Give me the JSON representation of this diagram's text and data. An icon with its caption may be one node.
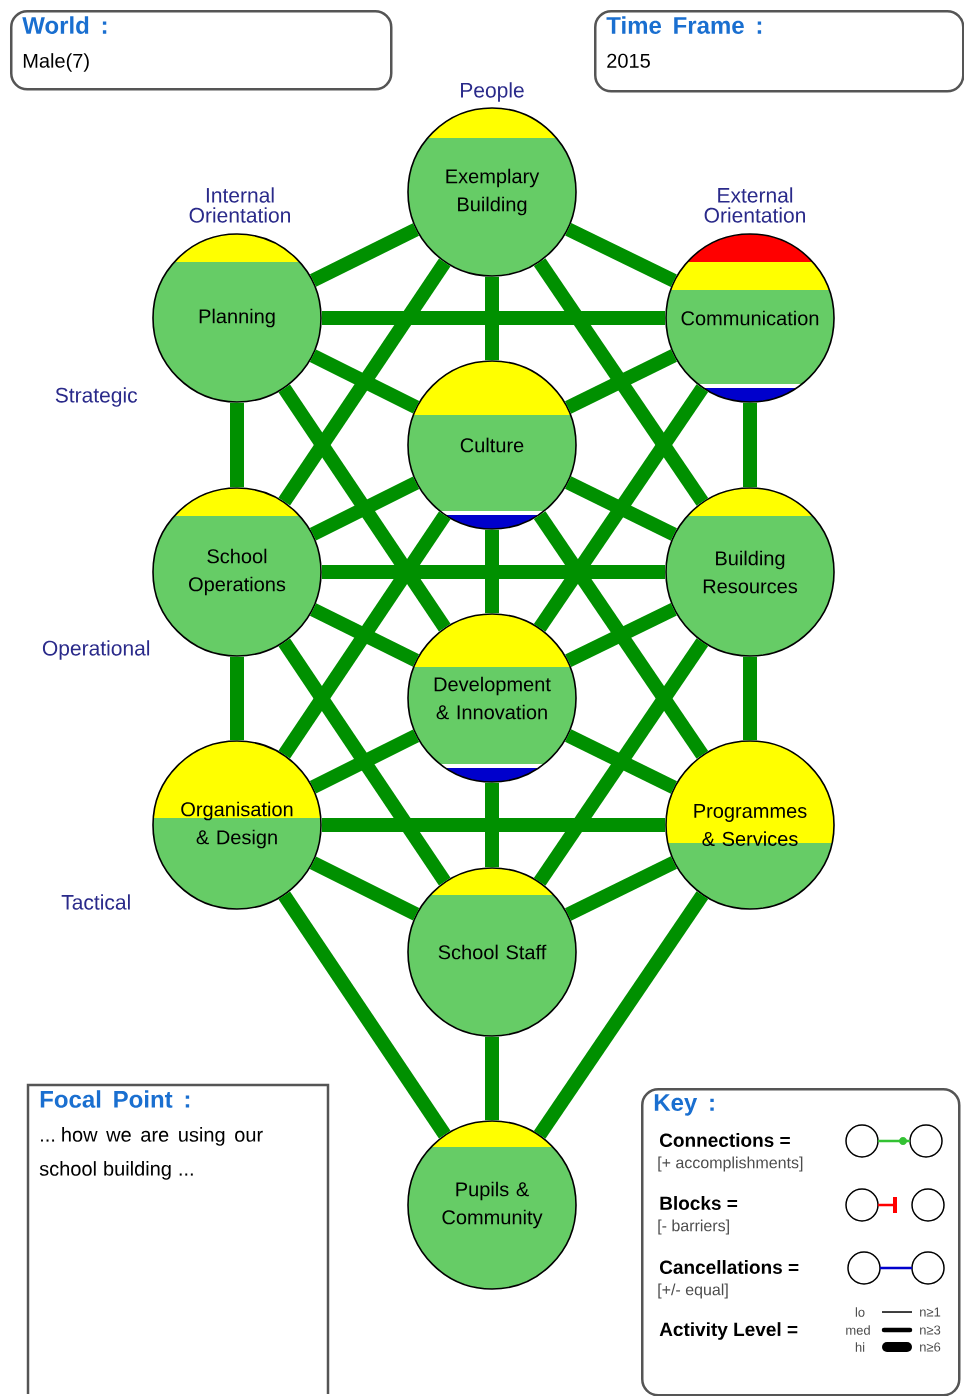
{
  "diagram": {
    "nodes": [
      {
        "text": [
          "World :",
          "Male(7)"
        ]
      },
      {
        "text": [
          "Time Frame :",
          "2015"
        ]
      },
      {
        "text": [
          "Exemplary Building"
        ]
      },
      {
        "text": [
          "Planning"
        ]
      },
      {
        "text": [
          "Communication"
        ]
      },
      {
        "text": [
          "Culture"
        ]
      },
      {
        "text": [
          "School Operations"
        ]
      },
      {
        "text": [
          "Building Resources"
        ]
      },
      {
        "text": [
          "Development & Innovation"
        ]
      },
      {
        "text": [
          "Organisation & Design"
        ]
      },
      {
        "text": [
          "Programmes & Services"
        ]
      },
      {
        "text": [
          "School Staff"
        ]
      },
      {
        "text": [
          "Pupils & Community"
        ]
      },
      {
        "text": [
          "Focal Point :",
          "... how we are using our school building ..."
        ]
      },
      {
        "text": [
          "Key :"
        ]
      }
    ],
    "edges": [
      {
        "from": 2,
        "to": 3,
        "arrow": "none"
      },
      {
        "from": 2,
        "to": 4,
        "arrow": "none"
      },
      {
        "from": 2,
        "to": 5,
        "arrow": "none"
      },
      {
        "from": 2,
        "to": 6,
        "arrow": "none"
      },
      {
        "from": 2,
        "to": 7,
        "arrow": "none"
      },
      {
        "from": 3,
        "to": 4,
        "arrow": "none"
      },
      {
        "from": 3,
        "to": 5,
        "arrow": "none"
      },
      {
        "from": 3,
        "to": 6,
        "arrow": "none"
      },
      {
        "from": 3,
        "to": 8,
        "arrow": "none"
      },
      {
        "from": 4,
        "to": 5,
        "arrow": "none"
      },
      {
        "from": 4,
        "to": 7,
        "arrow": "none"
      },
      {
        "from": 4,
        "to": 8,
        "arrow": "none"
      },
      {
        "from": 5,
        "to": 6,
        "arrow": "none"
      },
      {
        "from": 5,
        "to": 7,
        "arrow": "none"
      },
      {
        "from": 5,
        "to": 8,
        "arrow": "none"
      },
      {
        "from": 5,
        "to": 9,
        "arrow": "none"
      },
      {
        "from": 5,
        "to": 10,
        "arrow": "none"
      },
      {
        "from": 6,
        "to": 7,
        "arrow": "none"
      },
      {
        "from": 6,
        "to": 8,
        "arrow": "none"
      },
      {
        "from": 6,
        "to": 9,
        "arrow": "none"
      },
      {
        "from": 6,
        "to": 11,
        "arrow": "none"
      },
      {
        "from": 7,
        "to": 8,
        "arrow": "none"
      },
      {
        "from": 7,
        "to": 10,
        "arrow": "none"
      },
      {
        "from": 7,
        "to": 11,
        "arrow": "none"
      },
      {
        "from": 8,
        "to": 9,
        "arrow": "none"
      },
      {
        "from": 8,
        "to": 10,
        "arrow": "none"
      },
      {
        "from": 8,
        "to": 11,
        "arrow": "none"
      },
      {
        "from": 9,
        "to": 10,
        "arrow": "none"
      },
      {
        "from": 9,
        "to": 11,
        "arrow": "none"
      },
      {
        "from": 9,
        "to": 12,
        "arrow": "none"
      },
      {
        "from": 10,
        "to": 11,
        "arrow": "none"
      },
      {
        "from": 10,
        "to": 12,
        "arrow": "none"
      },
      {
        "from": 11,
        "to": 12,
        "arrow": "none"
      }
    ],
    "labels": [
      "People",
      "Internal Orientation",
      "External Orientation",
      "Strategic",
      "Operational",
      "Tactical",
      "Connections =",
      "[+ accomplishments]",
      "Blocks =",
      "[- barriers]",
      "Cancellations =",
      "[+/- equal]",
      "lo",
      "n≥1",
      "Activity Level =",
      "med",
      "n≥3",
      "hi",
      "n≥6"
    ]
  }
}
